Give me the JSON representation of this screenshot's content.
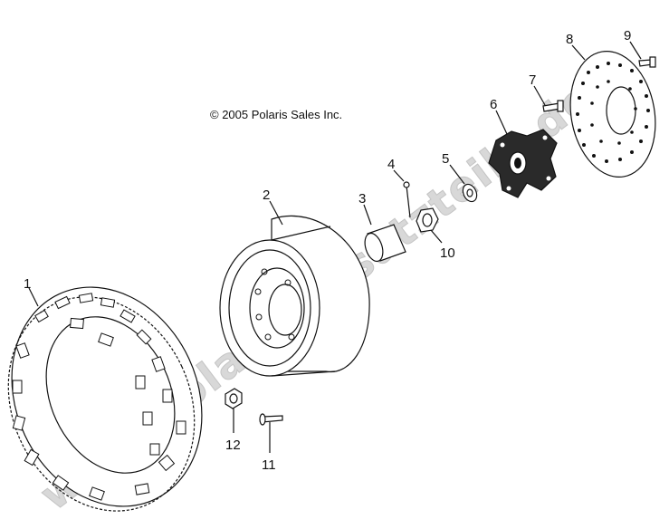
{
  "copyright": "© 2005 Polaris Sales Inc.",
  "watermark": "www.polaris-ersatzteile.de",
  "callouts": [
    {
      "id": "tire",
      "label": "1"
    },
    {
      "id": "rim",
      "label": "2"
    },
    {
      "id": "spacer",
      "label": "3"
    },
    {
      "id": "cotter-pin",
      "label": "4"
    },
    {
      "id": "washer",
      "label": "5"
    },
    {
      "id": "hub",
      "label": "6"
    },
    {
      "id": "hub-bolt",
      "label": "7"
    },
    {
      "id": "brake-disc",
      "label": "8"
    },
    {
      "id": "disc-screw",
      "label": "9"
    },
    {
      "id": "castle-nut",
      "label": "10"
    },
    {
      "id": "wheel-stud",
      "label": "11"
    },
    {
      "id": "lug-nut",
      "label": "12"
    }
  ]
}
